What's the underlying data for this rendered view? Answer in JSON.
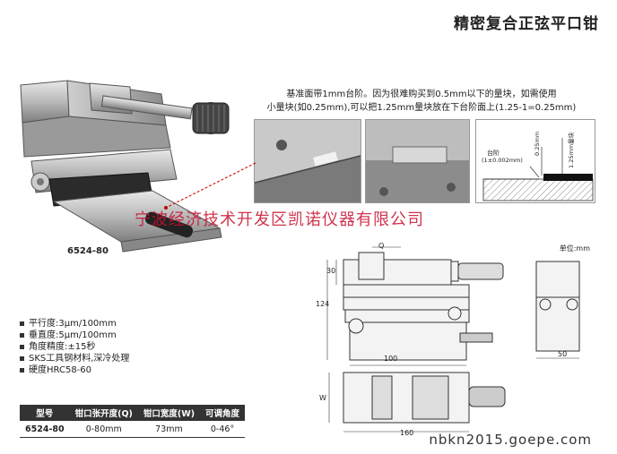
{
  "title": "精密复合正弦平口钳",
  "caption": {
    "line1": "基准面带1mm台阶。因为很难购买到0.5mm以下的量块，如需使用",
    "line2": "小量块(如0.25mm),可以把1.25mm量块放在下台阶面上(1.25-1=0.25mm)"
  },
  "model_label": "6524-80",
  "watermark": "宁波经济技术开发区凯诺仪器有限公司",
  "step_diagram": {
    "step_label": "台阶",
    "step_tol": "(1±0.002mm)",
    "gauge_small": "0.25mm",
    "gauge_large": "1.25mm量块"
  },
  "unit": "单位:mm",
  "dimensions": {
    "q": "Q",
    "h30": "30",
    "h124": "124",
    "w100": "100",
    "w50": "50",
    "w": "W",
    "w160": "160"
  },
  "specs": [
    "平行度:3μm/100mm",
    "垂直度:5μm/100mm",
    "角度精度:±15秒",
    "SKS工具钢材料,深冷处理",
    "硬度HRC58-60"
  ],
  "table": {
    "headers": [
      "型号",
      "钳口张开度(Q)",
      "钳口宽度(W)",
      "可调角度"
    ],
    "rows": [
      [
        "6524-80",
        "0-80mm",
        "73mm",
        "0-46°"
      ]
    ]
  },
  "site": "nbkn2015.goepe.com"
}
